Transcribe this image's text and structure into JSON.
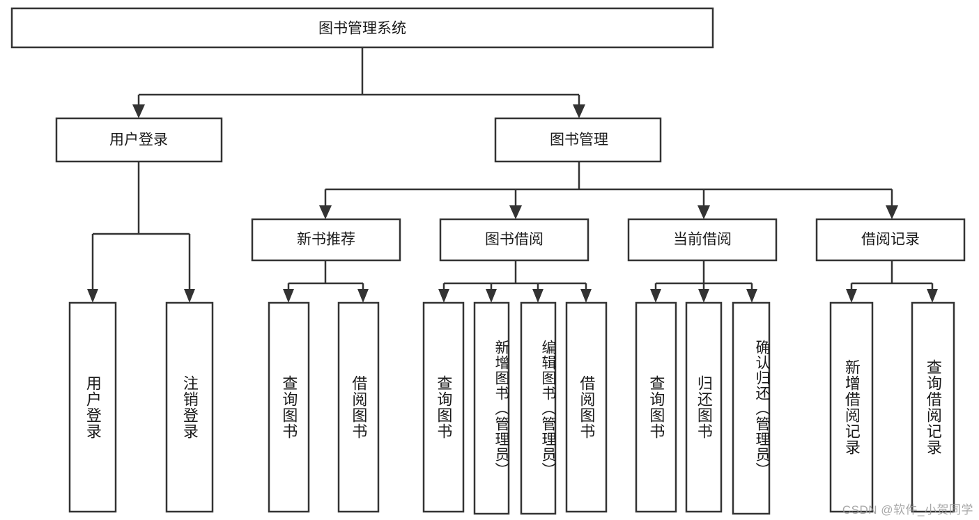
{
  "diagram": {
    "title": "图书管理系统",
    "type": "tree-hierarchy-diagram",
    "colors": {
      "stroke": "#333333",
      "box_fill": "#ffffff",
      "text": "#1a1a1a",
      "background": "#ffffff",
      "watermark": "#9a9a9a"
    },
    "root": {
      "label": "图书管理系统"
    },
    "level2": [
      {
        "id": "user-login",
        "label": "用户登录"
      },
      {
        "id": "book-management",
        "label": "图书管理"
      }
    ],
    "level3": [
      {
        "id": "new-book-recommend",
        "label": "新书推荐"
      },
      {
        "id": "book-borrow",
        "label": "图书借阅"
      },
      {
        "id": "current-borrow",
        "label": "当前借阅"
      },
      {
        "id": "borrow-record",
        "label": "借阅记录"
      }
    ],
    "leaves": {
      "user_login": [
        {
          "id": "leaf-user-login",
          "label": "用户登录"
        },
        {
          "id": "leaf-logout-login",
          "label": "注销登录"
        }
      ],
      "new_book_recommend": [
        {
          "id": "leaf-query-book-1",
          "label": "查询图书"
        },
        {
          "id": "leaf-borrow-book-1",
          "label": "借阅图书"
        }
      ],
      "book_borrow": [
        {
          "id": "leaf-query-book-2",
          "label": "查询图书"
        },
        {
          "id": "leaf-add-book",
          "label": "新增图书（管理员）"
        },
        {
          "id": "leaf-edit-book",
          "label": "编辑图书（管理员）"
        },
        {
          "id": "leaf-borrow-book-2",
          "label": "借阅图书"
        }
      ],
      "current_borrow": [
        {
          "id": "leaf-query-book-3",
          "label": "查询图书"
        },
        {
          "id": "leaf-return-book",
          "label": "归还图书"
        },
        {
          "id": "leaf-confirm-return",
          "label": "确认归还（管理员）"
        }
      ],
      "borrow_record": [
        {
          "id": "leaf-add-borrow-record",
          "label": "新增借阅记录"
        },
        {
          "id": "leaf-query-borrow-record",
          "label": "查询借阅记录"
        }
      ]
    }
  },
  "watermark": {
    "text": "CSDN @软件_小贺同学"
  }
}
